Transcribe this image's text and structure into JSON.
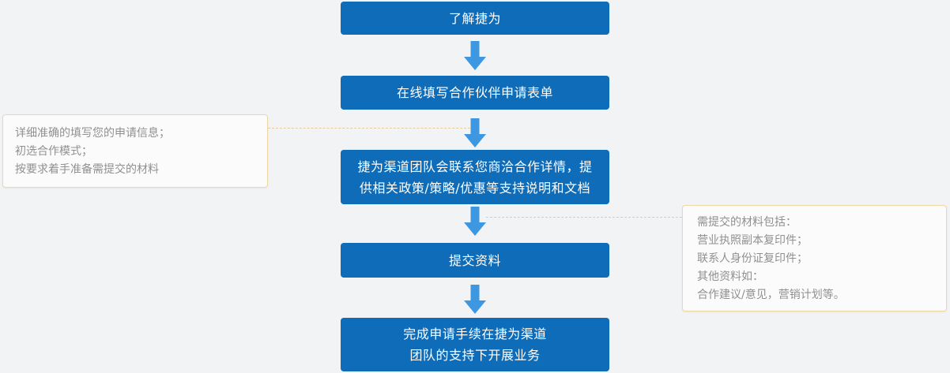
{
  "colors": {
    "page_background": "#f2f3f4",
    "step_box_blue": "#0e6cb8",
    "step_text": "#ffffff",
    "arrow_blue": "#3e97e1",
    "note_border_tan": "#f0d7a8",
    "note_text_gray": "#909090",
    "connector_dashed_tan": "#e6cb9c"
  },
  "flow": {
    "steps": [
      {
        "lines": [
          "了解捷为"
        ]
      },
      {
        "lines": [
          "在线填写合作伙伴申请表单"
        ]
      },
      {
        "lines": [
          "捷为渠道团队会联系您商洽合作详情，提",
          "供相关政策/策略/优惠等支持说明和文档"
        ]
      },
      {
        "lines": [
          "提交资料"
        ]
      },
      {
        "lines": [
          "完成申请手续在捷为渠道",
          "团队的支持下开展业务"
        ]
      }
    ]
  },
  "notes": {
    "left": {
      "lines": [
        "详细准确的填写您的申请信息；",
        "初选合作模式；",
        "按要求着手准备需提交的材料"
      ]
    },
    "right": {
      "lines": [
        "需提交的材料包括：",
        "营业执照副本复印件；",
        "联系人身份证复印件；",
        "其他资料如：",
        "合作建议/意见，营销计划等。"
      ]
    }
  }
}
